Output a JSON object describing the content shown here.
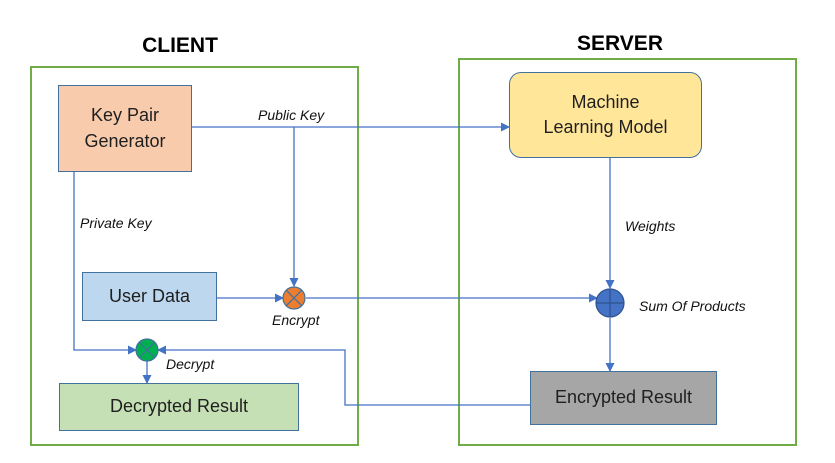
{
  "client": {
    "title": "CLIENT",
    "key_pair_generator": "Key Pair\nGenerator",
    "user_data": "User Data",
    "decrypted_result": "Decrypted Result"
  },
  "server": {
    "title": "SERVER",
    "ml_model": "Machine\nLearning Model",
    "encrypted_result": "Encrypted Result"
  },
  "labels": {
    "public_key": "Public Key",
    "private_key": "Private Key",
    "weights": "Weights",
    "encrypt": "Encrypt",
    "decrypt": "Decrypt",
    "sum_of_products": "Sum Of Products"
  },
  "colors": {
    "panel_border": "#70ad47",
    "line": "#4472c4",
    "key_pair_fill": "#f8cbad",
    "user_data_fill": "#bdd7ee",
    "decrypted_fill": "#c5e0b4",
    "ml_fill": "#ffe699",
    "encrypted_fill": "#a6a6a6",
    "encrypt_node": "#ed7d31",
    "decrypt_node": "#00b050",
    "sum_node": "#4472c4"
  }
}
